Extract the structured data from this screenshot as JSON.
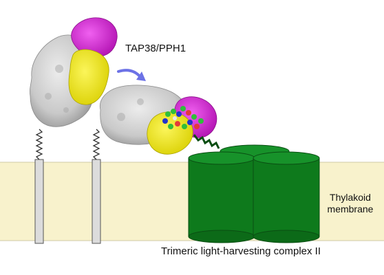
{
  "labels": {
    "protein": "TAP38/PPH1",
    "membrane_line1": "Thylakoid",
    "membrane_line2": "membrane",
    "complex": "Trimeric light-harvesting complex II"
  },
  "colors": {
    "membrane": "#f8f2cc",
    "membrane_edge": "#cfc9a6",
    "protein_surface": "#d3d3d3",
    "protein_shadow": "#9c9c9c",
    "active_site": "#f2ea1a",
    "substrate_domain": "#d81fd8",
    "complex_fill": "#0e7a1c",
    "complex_edge": "#0a4d12",
    "arrow": "#6c72e6",
    "anchor": "#dcdcdc"
  }
}
